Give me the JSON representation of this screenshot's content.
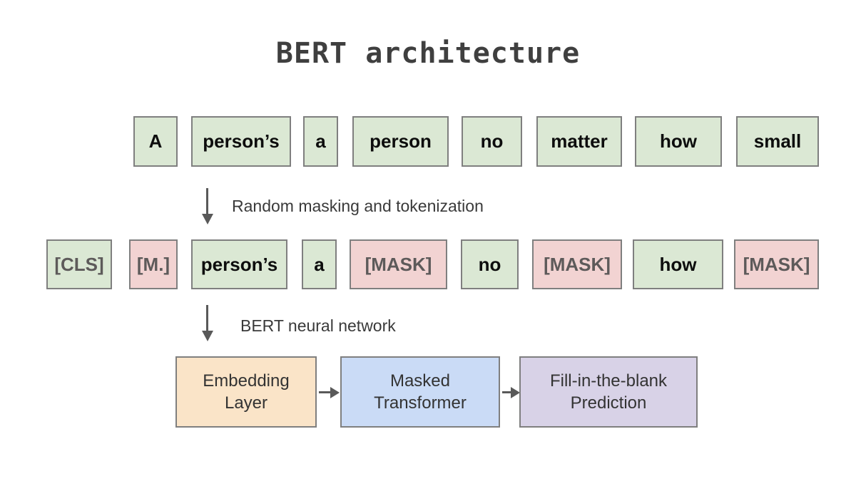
{
  "title": "BERT architecture",
  "colors": {
    "token_green": "#dbe8d4",
    "token_pink": "#f2d3d2",
    "box_tan": "#fae4c8",
    "box_blue": "#cadbf6",
    "box_purple": "#d8d2e7",
    "box_border": "#7f7f7f",
    "arrow_gray": "#595959",
    "muted_text": "#5d5a5a"
  },
  "rows": {
    "sentence": {
      "tokens": [
        {
          "label": "A",
          "variant": "green"
        },
        {
          "label": "person’s",
          "variant": "green"
        },
        {
          "label": "a",
          "variant": "green"
        },
        {
          "label": "person",
          "variant": "green"
        },
        {
          "label": "no",
          "variant": "green"
        },
        {
          "label": "matter",
          "variant": "green"
        },
        {
          "label": "how",
          "variant": "green"
        },
        {
          "label": "small",
          "variant": "green"
        }
      ]
    },
    "masked": {
      "tokens": [
        {
          "label": "[CLS]",
          "variant": "green-muted"
        },
        {
          "label": "[M.]",
          "variant": "pink-muted"
        },
        {
          "label": "person’s",
          "variant": "green"
        },
        {
          "label": "a",
          "variant": "green"
        },
        {
          "label": "[MASK]",
          "variant": "pink-muted"
        },
        {
          "label": "no",
          "variant": "green"
        },
        {
          "label": "[MASK]",
          "variant": "pink-muted"
        },
        {
          "label": "how",
          "variant": "green"
        },
        {
          "label": "[MASK]",
          "variant": "pink-muted"
        }
      ]
    }
  },
  "steps": {
    "masking_label": "Random masking and tokenization",
    "bert_label": "BERT neural network"
  },
  "pipeline": {
    "boxes": [
      {
        "line1": "Embedding",
        "line2": "Layer",
        "color": "#fae4c8"
      },
      {
        "line1": "Masked",
        "line2": "Transformer",
        "color": "#cadbf6"
      },
      {
        "line1": "Fill-in-the-blank",
        "line2": "Prediction",
        "color": "#d8d2e7"
      }
    ]
  }
}
